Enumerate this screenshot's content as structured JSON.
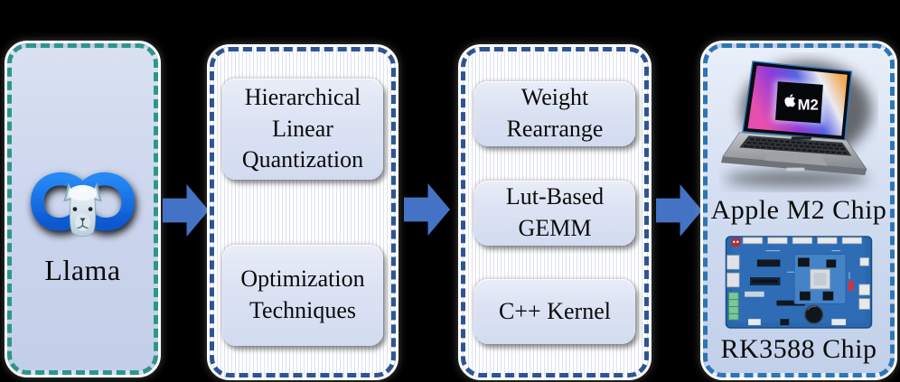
{
  "diagram": {
    "input": {
      "label": "Llama"
    },
    "quantization": {
      "boxes": [
        "Hierarchical Linear Quantization",
        "Optimization Techniques"
      ]
    },
    "kernels": {
      "boxes": [
        "Weight Rearrange",
        "Lut-Based GEMM",
        "C++ Kernel"
      ]
    },
    "hardware": {
      "devices": [
        {
          "label": "Apple M2 Chip",
          "screen_text": "M2"
        },
        {
          "label": "RK3588 Chip"
        }
      ]
    },
    "colors": {
      "input_border_teal": "#2d968a",
      "stage_border_navy": "#2e5494",
      "hardware_border_blue": "#2e75b6",
      "arrow_blue": "#4472c4",
      "meta_logo_blue": "#1877f2",
      "node_fill": "#dbe2f3"
    }
  }
}
